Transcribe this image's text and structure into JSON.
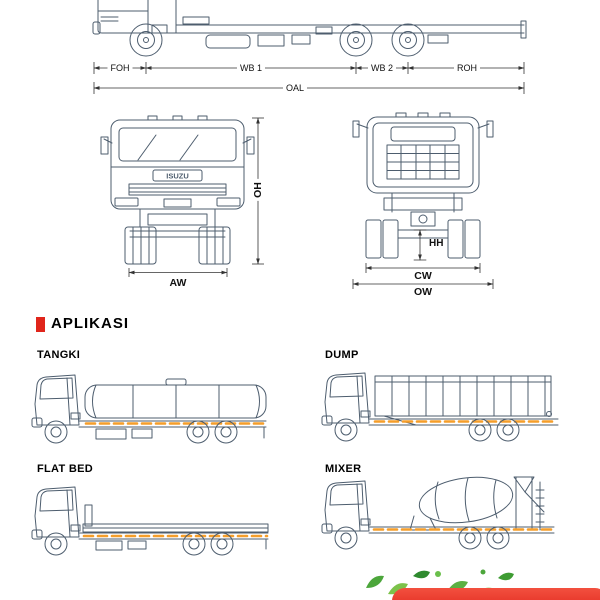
{
  "colors": {
    "accent_red": "#e0251b",
    "line": "#4d5d6e",
    "stripe_orange": "#f59e2a"
  },
  "side_view": {
    "dims": [
      {
        "label": "FOH"
      },
      {
        "label": "WB 1"
      },
      {
        "label": "WB 2"
      },
      {
        "label": "ROH"
      }
    ],
    "overall_label": "OAL"
  },
  "front_view": {
    "brand": "ISUZU",
    "height_label": "OH",
    "track_label": "AW"
  },
  "rear_view": {
    "hitch_height_label": "HH",
    "cab_width_label": "CW",
    "overall_width_label": "OW"
  },
  "aplikasi": {
    "heading": "APLIKASI",
    "items": [
      {
        "label": "TANGKI"
      },
      {
        "label": "DUMP"
      },
      {
        "label": "FLAT BED"
      },
      {
        "label": "MIXER"
      }
    ]
  }
}
